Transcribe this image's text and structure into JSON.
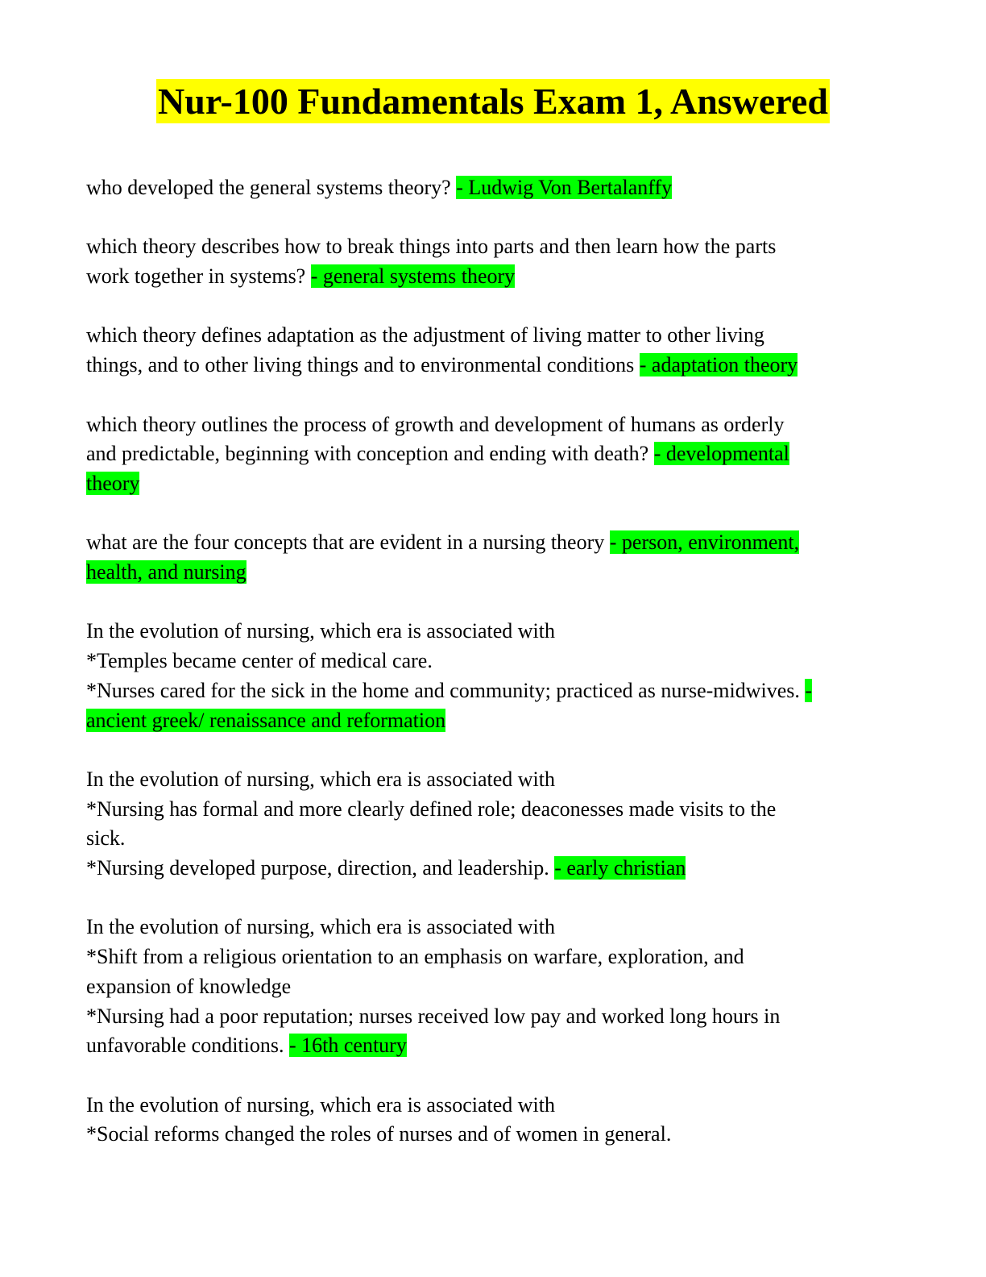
{
  "title": "Nur-100 Fundamentals Exam 1, Answered",
  "colors": {
    "title_highlight": "#ffff00",
    "answer_highlight": "#00ff00"
  },
  "items": [
    {
      "lines": [
        [
          {
            "t": "who developed the general systems theory? "
          },
          {
            "t": "- Ludwig Von Bertalanffy",
            "hl": true
          }
        ]
      ]
    },
    {
      "lines": [
        [
          {
            "t": "which theory describes how to break things into parts and then learn how the parts"
          }
        ],
        [
          {
            "t": "work together in systems? "
          },
          {
            "t": "- general systems theory",
            "hl": true
          }
        ]
      ]
    },
    {
      "lines": [
        [
          {
            "t": "which theory defines adaptation as the adjustment of living matter to other living"
          }
        ],
        [
          {
            "t": "things, and to other living things and to environmental conditions "
          },
          {
            "t": "- adaptation theory",
            "hl": true
          }
        ]
      ]
    },
    {
      "lines": [
        [
          {
            "t": "which theory outlines the process of growth and development of humans as orderly"
          }
        ],
        [
          {
            "t": "and predictable, beginning with conception and ending with death? "
          },
          {
            "t": "- developmental",
            "hl": true
          }
        ],
        [
          {
            "t": "theory",
            "hl": true
          }
        ]
      ]
    },
    {
      "lines": [
        [
          {
            "t": "what are the four concepts that are evident in a nursing theory "
          },
          {
            "t": "- person, environment,",
            "hl": true
          }
        ],
        [
          {
            "t": "health, and nursing",
            "hl": true
          }
        ]
      ]
    },
    {
      "lines": [
        [
          {
            "t": "In the evolution of nursing, which era is associated with"
          }
        ],
        [
          {
            "t": "*Temples became center of medical care."
          }
        ],
        [
          {
            "t": "*Nurses cared for the sick in the home and community; practiced as nurse-midwives. "
          },
          {
            "t": "-",
            "hl": true
          }
        ],
        [
          {
            "t": "ancient greek/ renaissance and reformation",
            "hl": true
          }
        ]
      ]
    },
    {
      "lines": [
        [
          {
            "t": "In the evolution of nursing, which era is associated with"
          }
        ],
        [
          {
            "t": "*Nursing has formal and more clearly defined role; deaconesses made visits to the"
          }
        ],
        [
          {
            "t": "sick."
          }
        ],
        [
          {
            "t": "*Nursing developed purpose, direction, and leadership. "
          },
          {
            "t": "- early christian",
            "hl": true
          }
        ]
      ]
    },
    {
      "lines": [
        [
          {
            "t": "In the evolution of nursing, which era is associated with"
          }
        ],
        [
          {
            "t": "*Shift from a religious orientation to an emphasis on warfare, exploration, and"
          }
        ],
        [
          {
            "t": "expansion of knowledge"
          }
        ],
        [
          {
            "t": "*Nursing had a poor reputation; nurses received low pay and worked long hours in"
          }
        ],
        [
          {
            "t": "unfavorable conditions. "
          },
          {
            "t": "- 16th century",
            "hl": true
          }
        ]
      ]
    },
    {
      "lines": [
        [
          {
            "t": "In the evolution of nursing, which era is associated with"
          }
        ],
        [
          {
            "t": "*Social reforms changed the roles of nurses and of women in general."
          }
        ]
      ]
    }
  ]
}
